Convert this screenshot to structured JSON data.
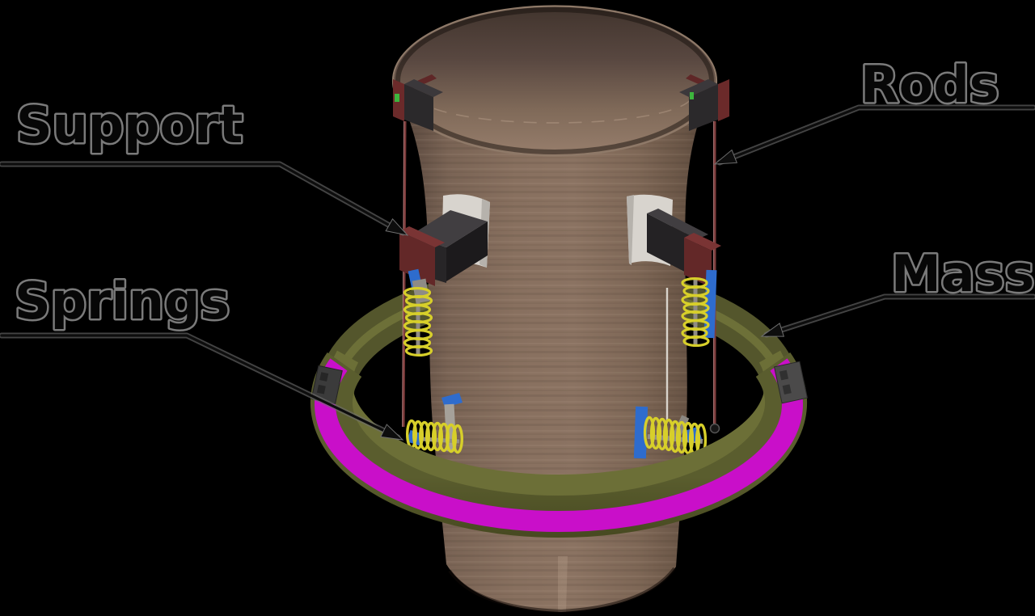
{
  "figure": {
    "type": "3d-cad-render",
    "subject": "Tuned mass damper assembly mounted on a cylindrical tower",
    "background_color": "#000000"
  },
  "annotations": {
    "support": {
      "label": "Support"
    },
    "springs": {
      "label": "Springs"
    },
    "rods": {
      "label": "Rods"
    },
    "mass": {
      "label": "Mass"
    }
  },
  "label_style": {
    "text_color": "#070707",
    "halo_color": "#7a7a7a",
    "leader_color": "#0d0d0d"
  },
  "part_colors": {
    "cylinder_brown": "#84705f",
    "cylinder_inner": "#584740",
    "ring_olive": "#54562c",
    "ring_olive_top": "#6c6f37",
    "ring_magenta": "#c90fc9",
    "spring_yellow": "#d7cf2a",
    "bracket_blue": "#2e6ccd",
    "support_box_dark": "#262426",
    "support_plate_maroon": "#632828",
    "wall_plate_white": "#d8d4ce",
    "rod_red": "#7d3b3b"
  }
}
